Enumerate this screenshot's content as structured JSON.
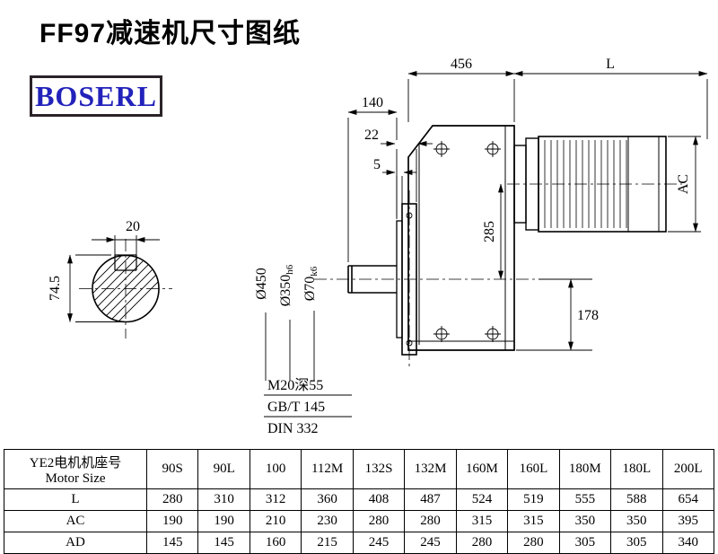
{
  "page": {
    "title": "FF97减速机尺寸图纸",
    "brand": "BOSERL",
    "brand_color": "#2222bb"
  },
  "drawing": {
    "dim_456": "456",
    "dim_L": "L",
    "dim_140": "140",
    "dim_22": "22",
    "dim_5": "5",
    "dim_AC": "AC",
    "dim_285": "285",
    "dim_178": "178",
    "dim_20": "20",
    "dim_74_5": "74.5",
    "dia_450": "Ø450",
    "dia_350": "Ø350",
    "dia_350_tol": "h6",
    "dia_70": "Ø70",
    "dia_70_tol": "k6",
    "note_thread": "M20深55",
    "note_gb": "GB/T 145",
    "note_din": "DIN 332"
  },
  "table": {
    "header_cn": "YE2电机机座号",
    "header_en": "Motor Size",
    "columns": [
      "90S",
      "90L",
      "100",
      "112M",
      "132S",
      "132M",
      "160M",
      "160L",
      "180M",
      "180L",
      "200L"
    ],
    "rows": [
      {
        "label": "L",
        "values": [
          280,
          310,
          312,
          360,
          408,
          487,
          524,
          519,
          555,
          588,
          654
        ]
      },
      {
        "label": "AC",
        "values": [
          190,
          190,
          210,
          230,
          280,
          280,
          315,
          315,
          350,
          350,
          395
        ]
      },
      {
        "label": "AD",
        "values": [
          145,
          145,
          160,
          215,
          245,
          245,
          280,
          280,
          305,
          305,
          340
        ]
      }
    ]
  }
}
